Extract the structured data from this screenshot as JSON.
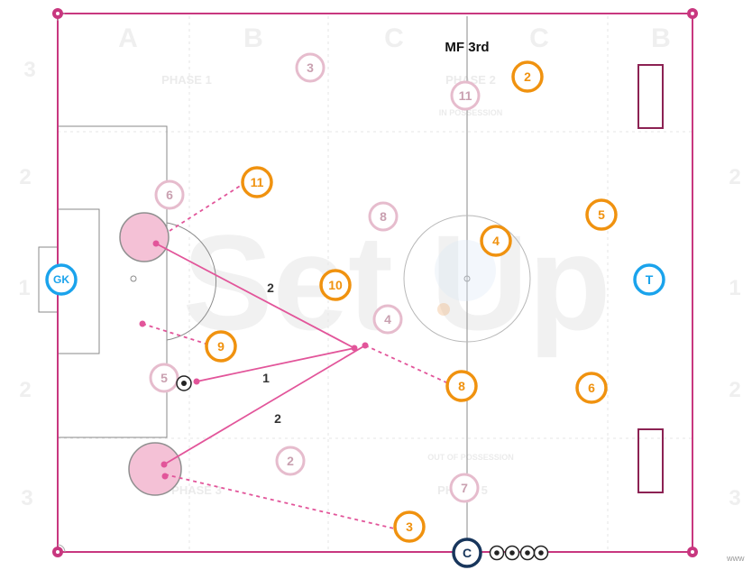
{
  "zone_title": "MF 3rd",
  "watermark": "Set Up",
  "column_letters": [
    "A",
    "B",
    "C",
    "C",
    "B"
  ],
  "row_numbers_left": [
    "3",
    "2",
    "1",
    "2",
    "3"
  ],
  "row_numbers_right": [
    "2",
    "1",
    "2",
    "3"
  ],
  "phase_labels": {
    "phase1": "PHASE 1",
    "phase2": "PHASE 2",
    "in_possession": "IN POSSESSION",
    "out_of_possession": "OUT OF POSSESSION",
    "phase3": "PHASE 3",
    "phase5": "PHASE 5"
  },
  "pass_labels": [
    "2",
    "1",
    "2"
  ],
  "orange_players": [
    "2",
    "11",
    "5",
    "4",
    "10",
    "9",
    "8",
    "6",
    "3"
  ],
  "pink_players": [
    "3",
    "11",
    "6",
    "8",
    "4",
    "5",
    "2",
    "7"
  ],
  "special_markers": {
    "goalkeeper": "GK",
    "target": "T",
    "coach": "C"
  },
  "footer": "www",
  "colors": {
    "boundary": "#c8377f",
    "orange": "#f0920f",
    "pink_ring": "#e6bccd",
    "pink_text": "#c9a0b0",
    "blue": "#1aa3ec",
    "navy": "#18365c",
    "pass_line": "#e2559a",
    "zone_fill": "#f4c1d6",
    "mini_goal": "#8c2253"
  }
}
